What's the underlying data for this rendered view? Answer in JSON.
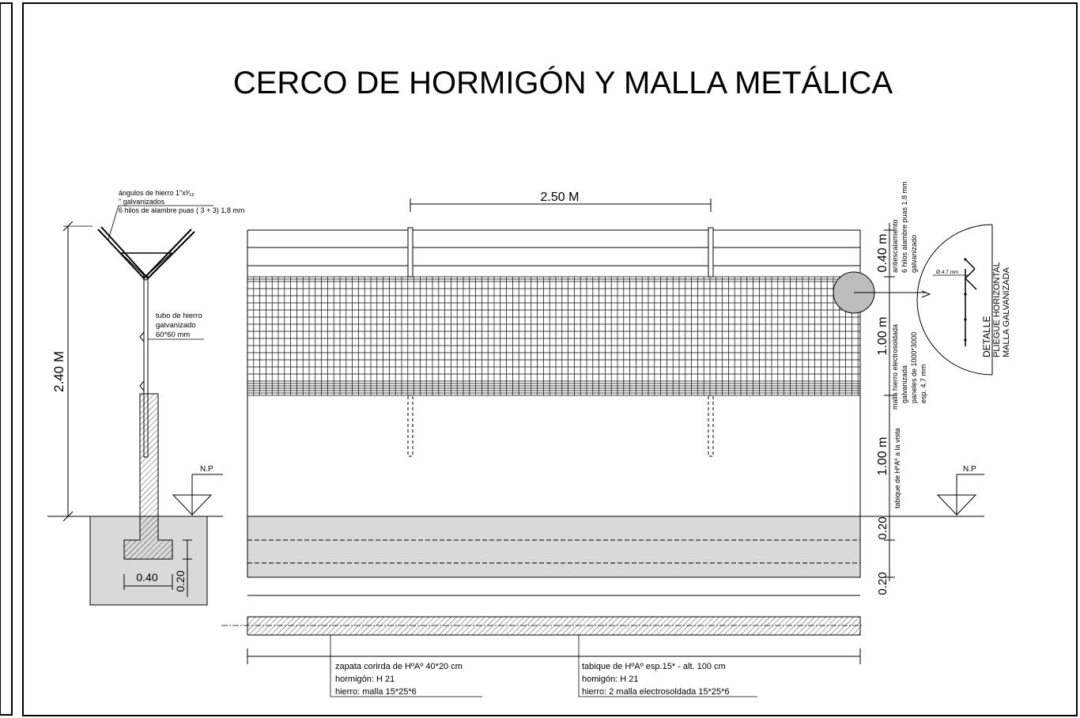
{
  "title": "CERCO DE HORMIGÓN Y MALLA METÁLICA",
  "section_notes": {
    "angles_line1": "ángulos de hierro 1\"x³⁄₁₆",
    "angles_line2": "\" galvanizados",
    "wires": "6 hilos  de alambre puas ( 3 + 3) 1,8 mm",
    "tube_line1": "tubo de hierro",
    "tube_line2": "galvanizado",
    "tube_line3": "60*60 mm"
  },
  "dimensions": {
    "total_height": "2.40 M",
    "post_spacing": "2.50 M",
    "footing_width": "0.40",
    "footing_height": "0.20",
    "level_mark": "N.P",
    "h_barbed": "0.40 m",
    "h_mesh": "1.00 m",
    "h_wall": "1.00 m",
    "h_found1": "0.20",
    "h_found2": "0.20"
  },
  "side_notes": {
    "barbed_1": "antiescalamiento",
    "barbed_2": "6 hilos alambre puas 1.8 mm",
    "barbed_3": "galvanizado",
    "mesh_1": "malla hierro electrosoldada",
    "mesh_2": "galvanizada",
    "mesh_3": "paneles de 1000*3000",
    "mesh_4": "esp. 4.7 mm",
    "wall": "tabique de HºAº a la vista"
  },
  "detail": {
    "diameter": "Ø 4.7 mm",
    "line1": "DETALLE",
    "line2": "PLIEGUE HORIZONTAL",
    "line3": "MALLA GALVANIZADA"
  },
  "legend_left": {
    "line1": "zapata corirda  de HºAº 40*20 cm",
    "line2": "hormigón: H 21",
    "line3": "hierro: malla 15*25*6"
  },
  "legend_right": {
    "line1": "tabique de HºAº esp.15* - alt. 100 cm",
    "line2": "homigón: H 21",
    "line3": "hierro: 2 malla electrosoldada 15*25*6"
  },
  "colors": {
    "fill_gray": "#d9d9d9",
    "line": "#000000",
    "paper": "#ffffff"
  }
}
